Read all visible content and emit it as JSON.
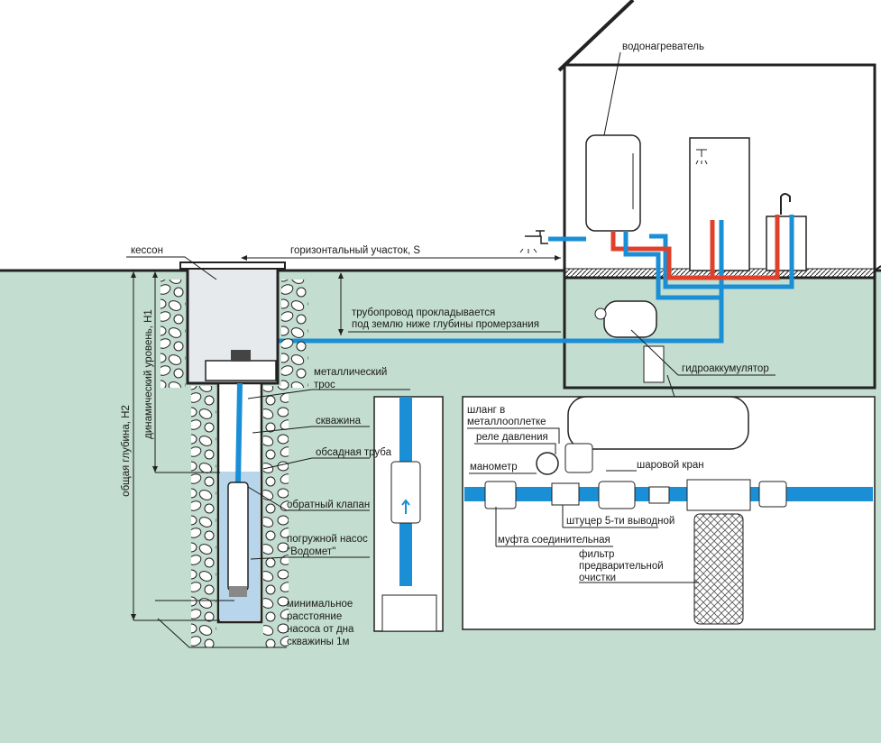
{
  "colors": {
    "ground": "#c3ddd0",
    "pipe_cold": "#1a8fd6",
    "pipe_hot": "#e0402a",
    "water": "#b7d6ec",
    "caisson": "#e6eaec"
  },
  "labels": {
    "caisson": "кессон",
    "water_heater": "водонагреватель",
    "horizontal_section": "горизонтальный участок, S",
    "pipeline_line1": "трубопровод прокладывается",
    "pipeline_line2": "под землю ниже глубины промерзания",
    "accumulator": "гидроаккумулятор",
    "cable_line1": "металлический",
    "cable_line2": "трос",
    "borehole": "скважина",
    "casing_pipe": "обсадная труба",
    "check_valve": "обратный клапан",
    "pump_line1": "погружной насос",
    "pump_line2": "\"Водомет\"",
    "min_dist_line1": "минимальное",
    "min_dist_line2": "расстояние",
    "min_dist_line3": "насоса от дна",
    "min_dist_line4": "скважины 1м",
    "total_depth": "общая глубина, H2",
    "dynamic_level": "динамический уровень, H1"
  },
  "inset": {
    "hose_line1": "шланг в",
    "hose_line2": "металлооплетке",
    "pressure_switch": "реле давления",
    "manometer": "манометр",
    "ball_valve": "шаровой кран",
    "fitting": "штуцер 5-ти выводной",
    "coupling": "муфта соединительная",
    "filter_line1": "фильтр",
    "filter_line2": "предварительной",
    "filter_line3": "очистки"
  }
}
